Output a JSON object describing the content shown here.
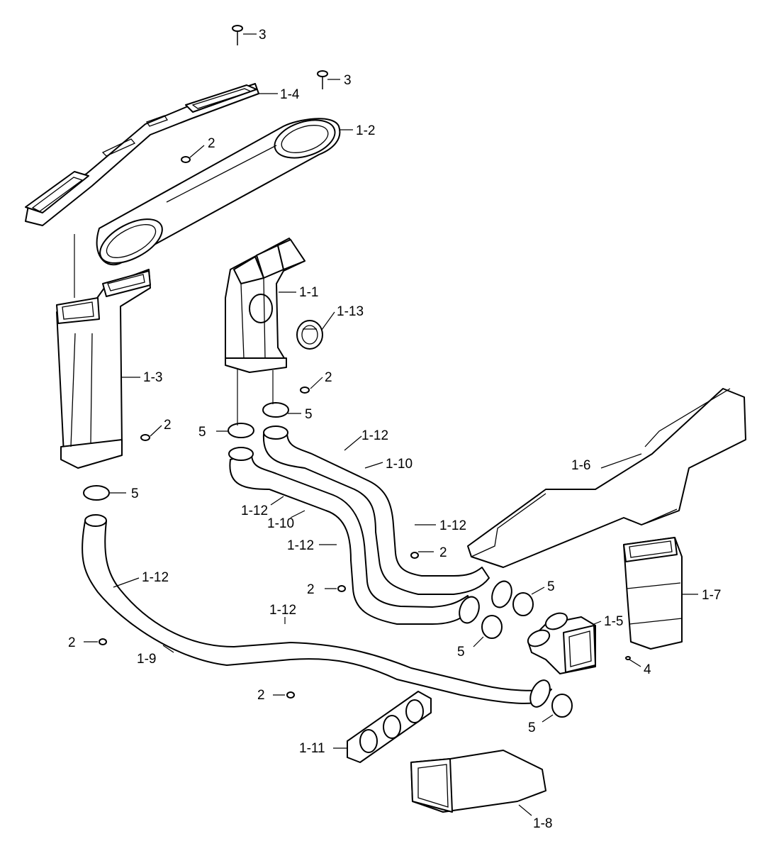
{
  "callouts": {
    "c3a": "3",
    "c3b": "3",
    "c1_4": "1-4",
    "c1_2": "1-2",
    "c2a": "2",
    "c2b": "2",
    "c2c": "2",
    "c2d": "2",
    "c2e": "2",
    "c2f": "2",
    "c2g": "2",
    "c1_1": "1-1",
    "c1_13": "1-13",
    "c1_3": "1-3",
    "c5a": "5",
    "c5b": "5",
    "c5c": "5",
    "c5d": "5",
    "c5e": "5",
    "c5f": "5",
    "c1_12a": "1-12",
    "c1_12b": "1-12",
    "c1_12c": "1-12",
    "c1_12d": "1-12",
    "c1_12e": "1-12",
    "c1_12f": "1-12",
    "c1_10a": "1-10",
    "c1_10b": "1-10",
    "c1_6": "1-6",
    "c1_7": "1-7",
    "c1_5": "1-5",
    "c4": "4",
    "c1_9": "1-9",
    "c1_11": "1-11",
    "c1_8": "1-8"
  }
}
